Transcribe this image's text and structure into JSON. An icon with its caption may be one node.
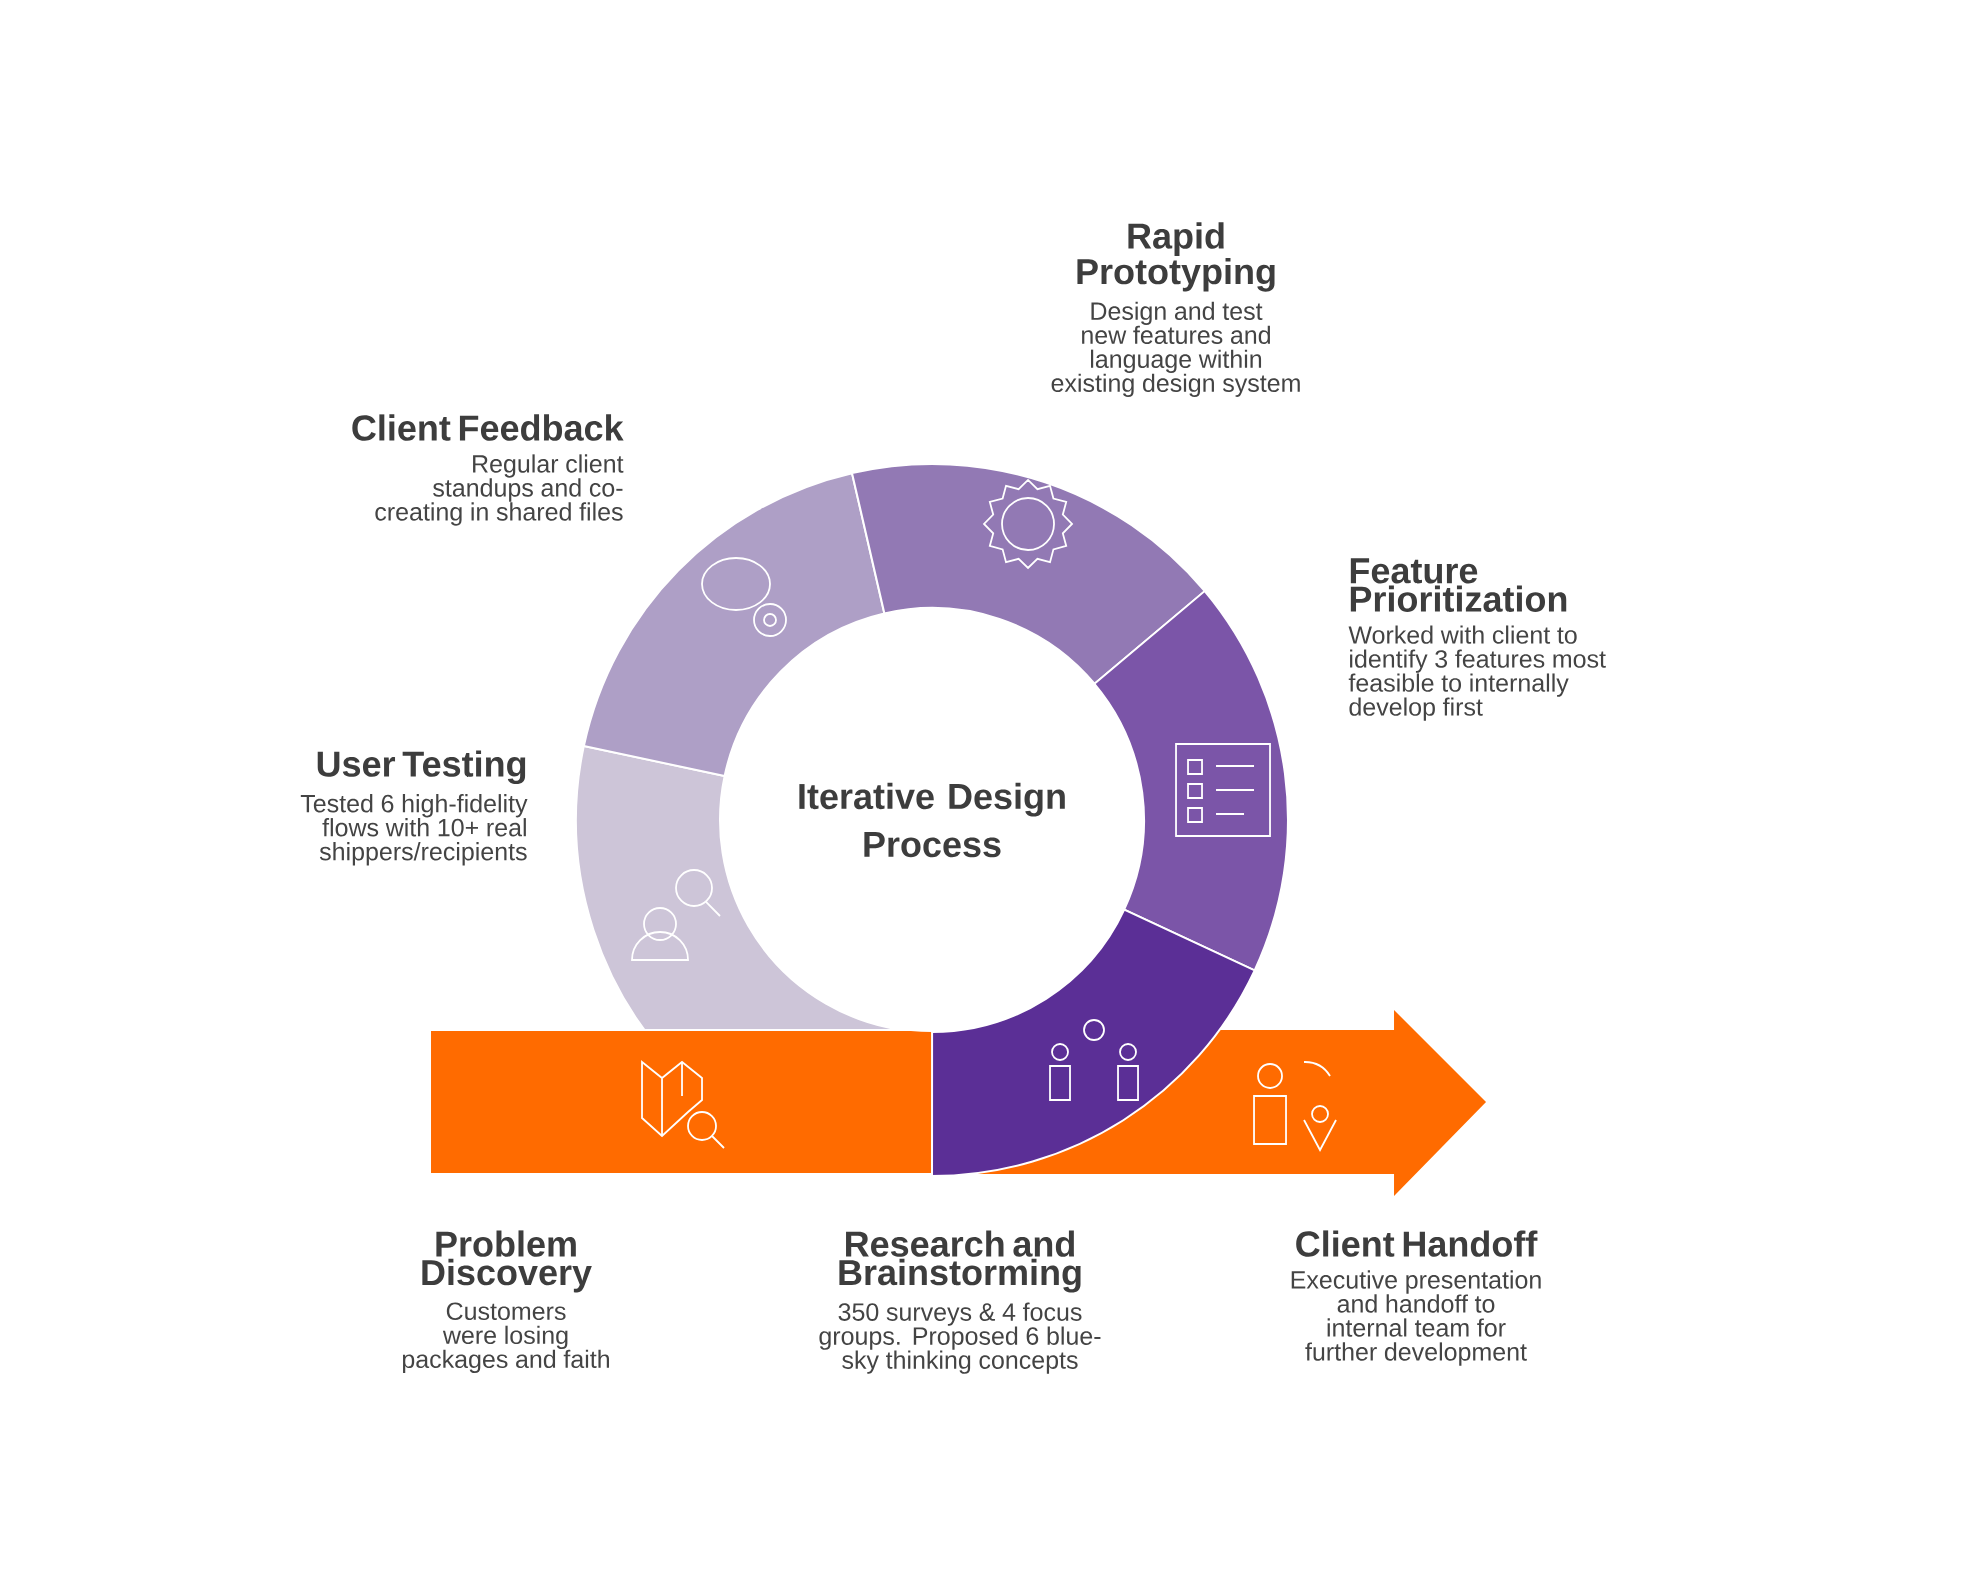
{
  "diagram": {
    "nodes": [
      {
        "text": [
          "Iterative Design Process"
        ]
      },
      {
        "text": [
          "Problem Discovery",
          "Customers were losing packages and faith"
        ]
      },
      {
        "text": [
          "Research and Brainstorming",
          "350 surveys & 4 focus groups. Proposed 6 blue-sky thinking concepts"
        ]
      },
      {
        "text": [
          "User Testing",
          "Tested 6 high-fidelity flows with 10+ real shippers/recipients"
        ]
      },
      {
        "text": [
          "Client Feedback",
          "Regular client standups and co-creating in shared files"
        ]
      },
      {
        "text": [
          "Rapid Prototyping",
          "Design and test new features and language within existing design system"
        ]
      },
      {
        "text": [
          "Feature Prioritization",
          "Worked with client to identify 3 features most feasible to internally develop first"
        ]
      },
      {
        "text": [
          "Client Handoff",
          "Executive presentation and handoff to internal team for further development"
        ]
      }
    ]
  }
}
